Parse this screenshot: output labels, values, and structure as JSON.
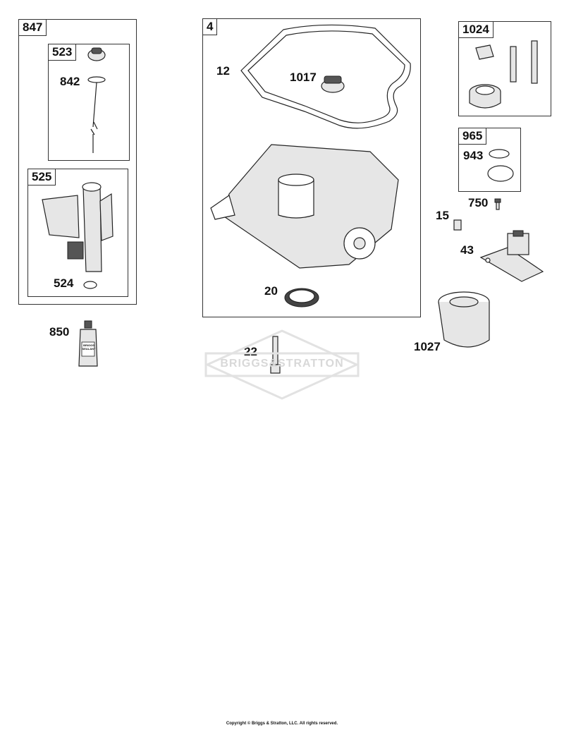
{
  "boxes": {
    "b847": "847",
    "b523": "523",
    "b525": "525",
    "b4": "4",
    "b1024": "1024",
    "b965": "965"
  },
  "labels": {
    "p842": "842",
    "p524": "524",
    "p850": "850",
    "p12": "12",
    "p1017": "1017",
    "p20": "20",
    "p22": "22",
    "p943": "943",
    "p750": "750",
    "p15": "15",
    "p43": "43",
    "p1027": "1027"
  },
  "tube_text": "BRIGGS SEALANT",
  "watermark": "BRIGGS&STRATTON",
  "copyright": "Copyright © Briggs & Stratton, LLC. All rights reserved."
}
